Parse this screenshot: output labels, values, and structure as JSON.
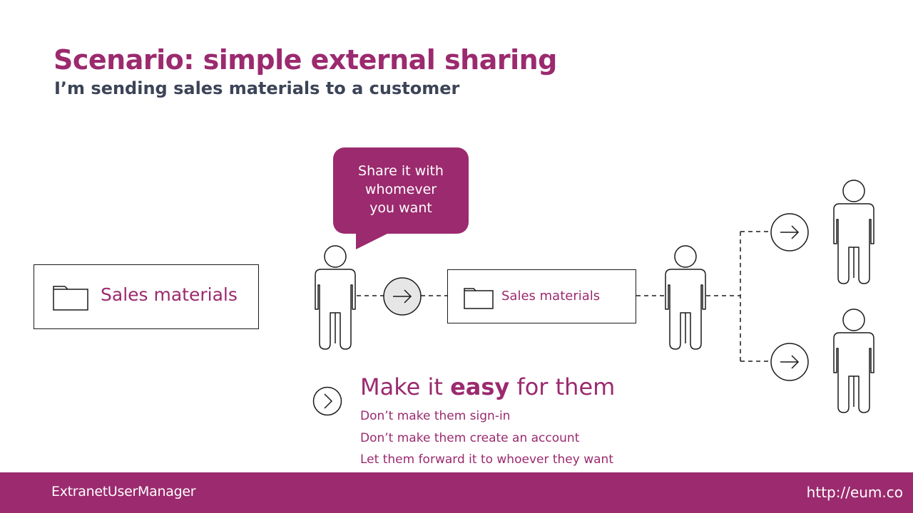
{
  "slide": {
    "title": "Scenario: simple external sharing",
    "subtitle": "I’m sending sales materials to a customer"
  },
  "diagram": {
    "source_folder_label": "Sales materials",
    "shared_folder_label": "Sales materials",
    "bubble_lines": [
      "Share it with",
      "whomever",
      "you want"
    ]
  },
  "callout": {
    "heading_pre": "Make it ",
    "heading_bold": "easy",
    "heading_post": " for them",
    "points": [
      "Don’t make them sign-in",
      "Don’t make them create an account",
      "Let them forward it to whoever they want"
    ]
  },
  "footer": {
    "logo": "ExtranetUserManager",
    "url": "http://eum.co"
  },
  "colors": {
    "brand": "#9b2a6e",
    "subtitle": "#3c4457",
    "arrow_circle_fill": "#e6e6e6"
  }
}
